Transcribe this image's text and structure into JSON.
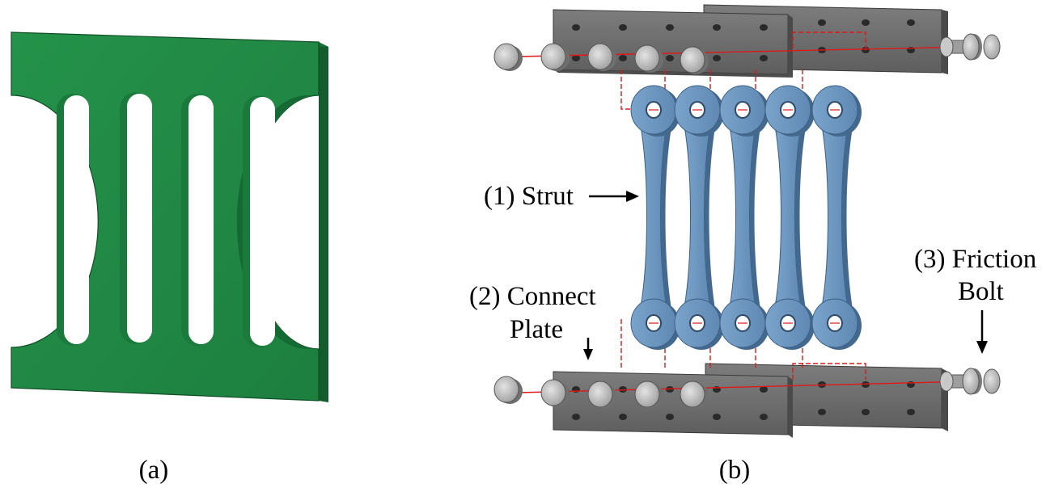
{
  "panels": {
    "a": {
      "caption": "(a)",
      "plate_color": "#1f8a45"
    },
    "b": {
      "caption": "(b)"
    }
  },
  "labels": {
    "strut": "(1) Strut",
    "connect_plate_line1": "(2) Connect",
    "connect_plate_line2": "Plate",
    "friction_bolt_line1": "(3) Friction",
    "friction_bolt_line2": "Bolt"
  },
  "colors": {
    "strut": "#6d97c0",
    "plate": "#6b6b6b",
    "bolt": "#bdbdbd",
    "guide_line": "#e01818"
  }
}
